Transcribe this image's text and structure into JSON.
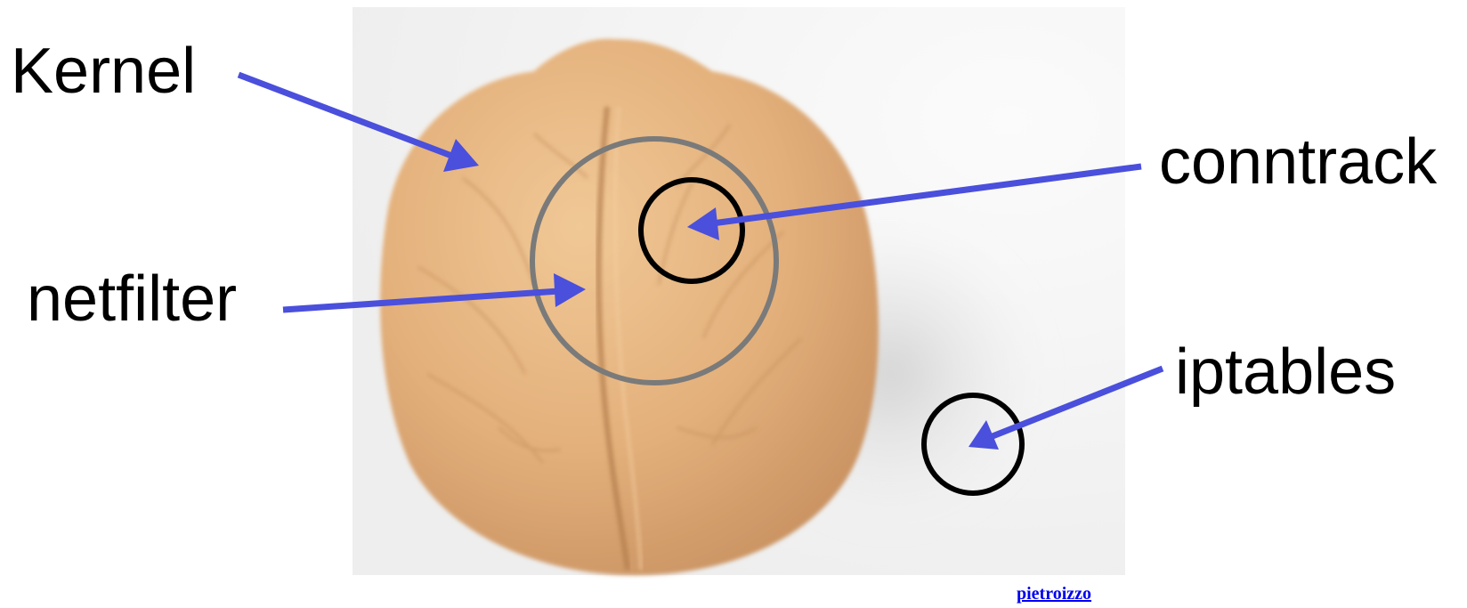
{
  "labels": {
    "kernel": "Kernel",
    "netfilter": "netfilter",
    "conntrack": "conntrack",
    "iptables": "iptables"
  },
  "credit": "pietroizzo",
  "colors": {
    "arrow": "#4a4fdc",
    "outer_circle": "#7a7a7a",
    "inner_circle": "#000000",
    "walnut": "#e2b07c",
    "credit_link": "#0000ee"
  },
  "photo": {
    "subject": "walnut",
    "background": "#f4f4f4"
  }
}
